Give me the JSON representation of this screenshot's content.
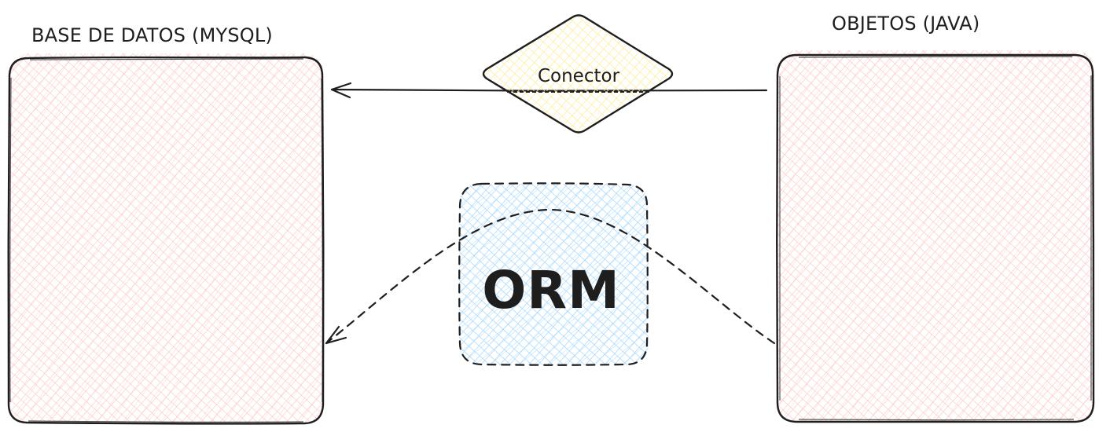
{
  "diagram": {
    "nodes": {
      "database": {
        "title": "BASE DE DATOS (MYSQL)",
        "shape": "rounded-rectangle",
        "fill_color": "#ffc9c9",
        "hatch": "cross-hatch"
      },
      "objects": {
        "title": "OBJETOS (JAVA)",
        "shape": "rounded-rectangle",
        "fill_color": "#ffc9c9",
        "hatch": "cross-hatch"
      },
      "connector": {
        "label": "Conector",
        "shape": "diamond",
        "fill_color": "#ffec99",
        "hatch": "cross-hatch"
      },
      "orm": {
        "label": "ORM",
        "shape": "rounded-rectangle",
        "border_style": "dashed",
        "fill_color": "#a5d8ff",
        "hatch": "cross-hatch"
      }
    },
    "edges": [
      {
        "from": "objects",
        "to": "database",
        "style": "solid",
        "via": "connector"
      },
      {
        "from": "objects",
        "to": "database",
        "style": "dashed",
        "via": "orm",
        "curved": true
      }
    ],
    "stroke_color": "#1e1e1e"
  }
}
